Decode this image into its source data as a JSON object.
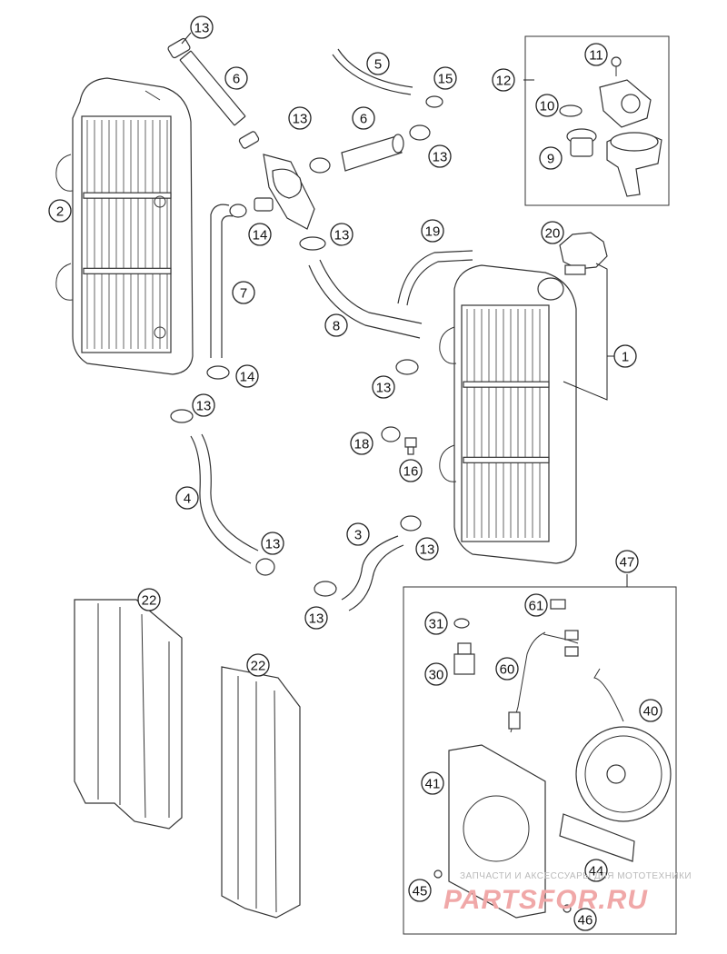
{
  "callouts": {
    "c1": "1",
    "c2": "2",
    "c3": "3",
    "c4": "4",
    "c5": "5",
    "c6a": "6",
    "c6b": "6",
    "c7": "7",
    "c8": "8",
    "c9": "9",
    "c10": "10",
    "c11": "11",
    "c12": "12",
    "c13a": "13",
    "c13b": "13",
    "c13c": "13",
    "c13d": "13",
    "c13e": "13",
    "c13f": "13",
    "c13g": "13",
    "c13h": "13",
    "c13i": "13",
    "c13j": "13",
    "c14a": "14",
    "c14b": "14",
    "c15": "15",
    "c16": "16",
    "c18": "18",
    "c19": "19",
    "c20": "20",
    "c22a": "22",
    "c22b": "22",
    "c30": "30",
    "c31": "31",
    "c40": "40",
    "c41": "41",
    "c44": "44",
    "c45": "45",
    "c46": "46",
    "c47": "47",
    "c60": "60",
    "c61": "61"
  },
  "watermark": {
    "caption": "ЗАПЧАСТИ И АКСЕССУАРЫ ДЛЯ МОТОТЕХНИКИ",
    "brand": "PARTSFOR.RU"
  },
  "colors": {
    "line": "#333333",
    "watermark": "#f0a8a8",
    "background": "#ffffff"
  }
}
